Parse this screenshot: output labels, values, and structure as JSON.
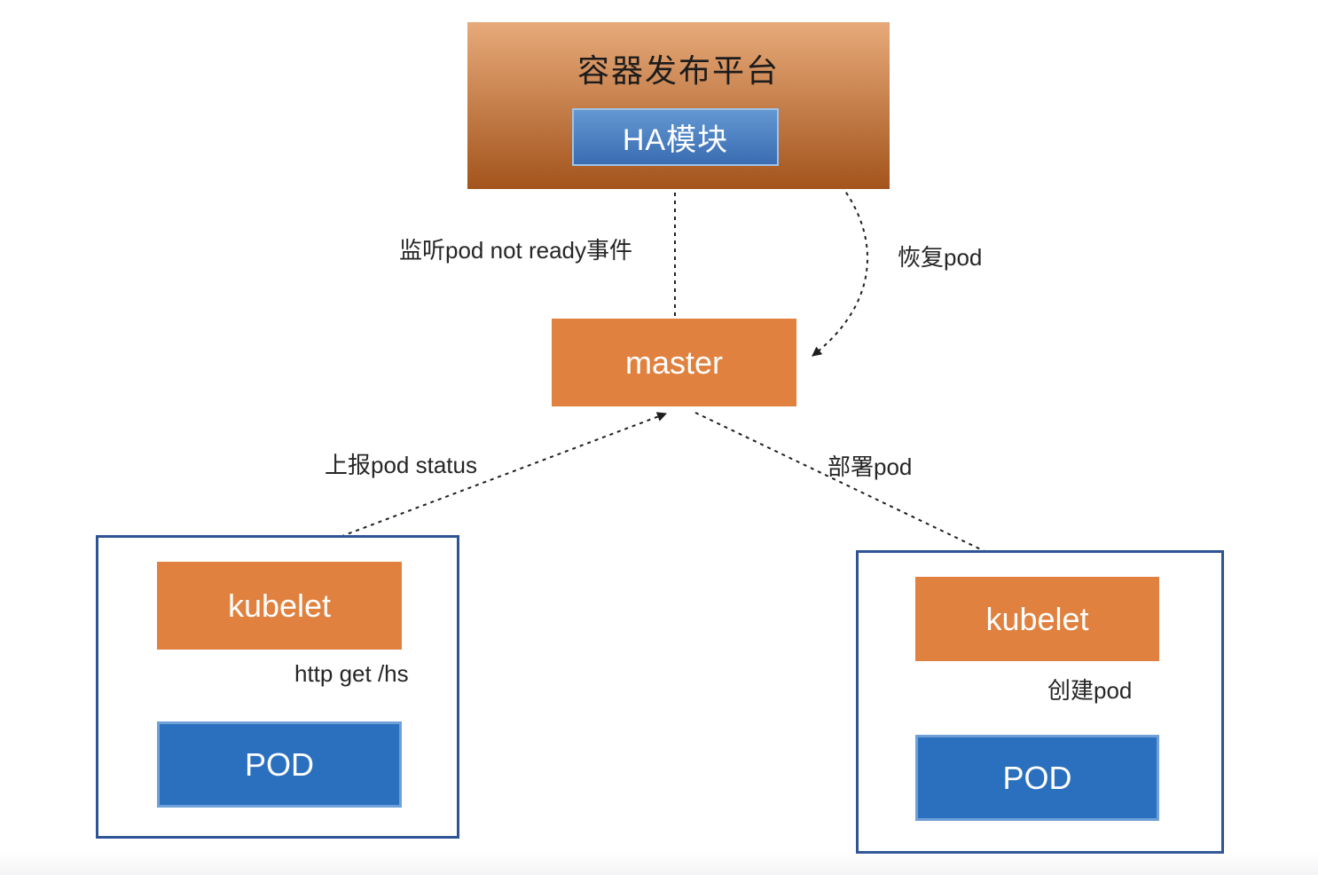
{
  "diagram": {
    "kind": "kubernetes-ha-architecture"
  },
  "colors": {
    "orange_solid": "#E0813F",
    "orange_grad_top": "#E7AA7A",
    "orange_grad_bottom": "#A3541C",
    "blue_box": "#2B70BE",
    "blue_box_border": "#6FA0D8",
    "ha_grad_top": "#6398D2",
    "ha_grad_bottom": "#3A6CB2",
    "ha_border": "#9FC3E8",
    "group_border": "#2F5496",
    "arrow": "#1f1f1f",
    "title_text": "#1c1c1c",
    "node_text": "#ffffff"
  },
  "nodes": {
    "platform": {
      "label": "容器发布平台"
    },
    "ha": {
      "label": "HA模块"
    },
    "master": {
      "label": "master"
    },
    "kubelet_left": {
      "label": "kubelet"
    },
    "pod_left": {
      "label": "POD"
    },
    "kubelet_right": {
      "label": "kubelet"
    },
    "pod_right": {
      "label": "POD"
    }
  },
  "edges": {
    "listen": {
      "label": "监听pod not ready事件",
      "from": "master",
      "to": "ha"
    },
    "recover": {
      "label": "恢复pod",
      "from": "ha",
      "to": "master"
    },
    "report": {
      "label": "上报pod status",
      "from": "kubelet_left",
      "to": "master"
    },
    "deploy": {
      "label": "部署pod",
      "from": "master",
      "to": "kubelet_right"
    },
    "httpget": {
      "label": "http get /hs",
      "from": "kubelet_left",
      "to": "pod_left"
    },
    "create": {
      "label": "创建pod",
      "from": "kubelet_right",
      "to": "pod_right"
    }
  }
}
